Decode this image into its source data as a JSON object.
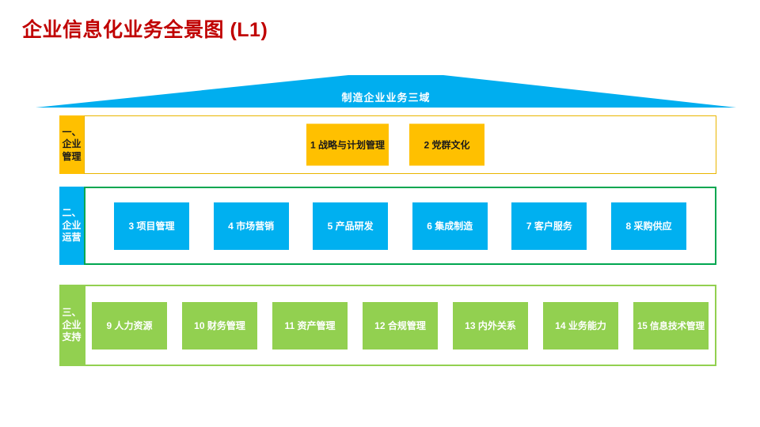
{
  "page_title": "企业信息化业务全景图 (L1)",
  "title_color": "#C00000",
  "roof": {
    "label": "制造企业业务三域",
    "color": "#00AEEF"
  },
  "rows": [
    {
      "name": "企业管理",
      "label": "一、\n企业\n管理",
      "accent": "#FFC000",
      "border_color": "#E9B500",
      "label_text_color": "#1a1a1a",
      "box_text_color": "#1a1a1a",
      "boxes": [
        {
          "label": "1 战略与计划管理"
        },
        {
          "label": "2 党群文化"
        }
      ]
    },
    {
      "name": "企业运营",
      "label": "二、\n企业\n运营",
      "accent": "#00B0F0",
      "border_color": "#00A650",
      "label_text_color": "#FFFFFF",
      "box_text_color": "#FFFFFF",
      "boxes": [
        {
          "label": "3 项目管理"
        },
        {
          "label": "4 市场营销"
        },
        {
          "label": "5 产品研发"
        },
        {
          "label": "6 集成制造"
        },
        {
          "label": "7 客户服务"
        },
        {
          "label": "8 采购供应"
        }
      ]
    },
    {
      "name": "企业支持",
      "label": "三、\n企业\n支持",
      "accent": "#92D050",
      "border_color": "#92D050",
      "label_text_color": "#FFFFFF",
      "box_text_color": "#FFFFFF",
      "boxes": [
        {
          "label": "9 人力资源"
        },
        {
          "label": "10 财务管理"
        },
        {
          "label": "11 资产管理"
        },
        {
          "label": "12 合规管理"
        },
        {
          "label": "13 内外关系"
        },
        {
          "label": "14 业务能力"
        },
        {
          "label": "15 信息技术管理"
        }
      ]
    }
  ]
}
